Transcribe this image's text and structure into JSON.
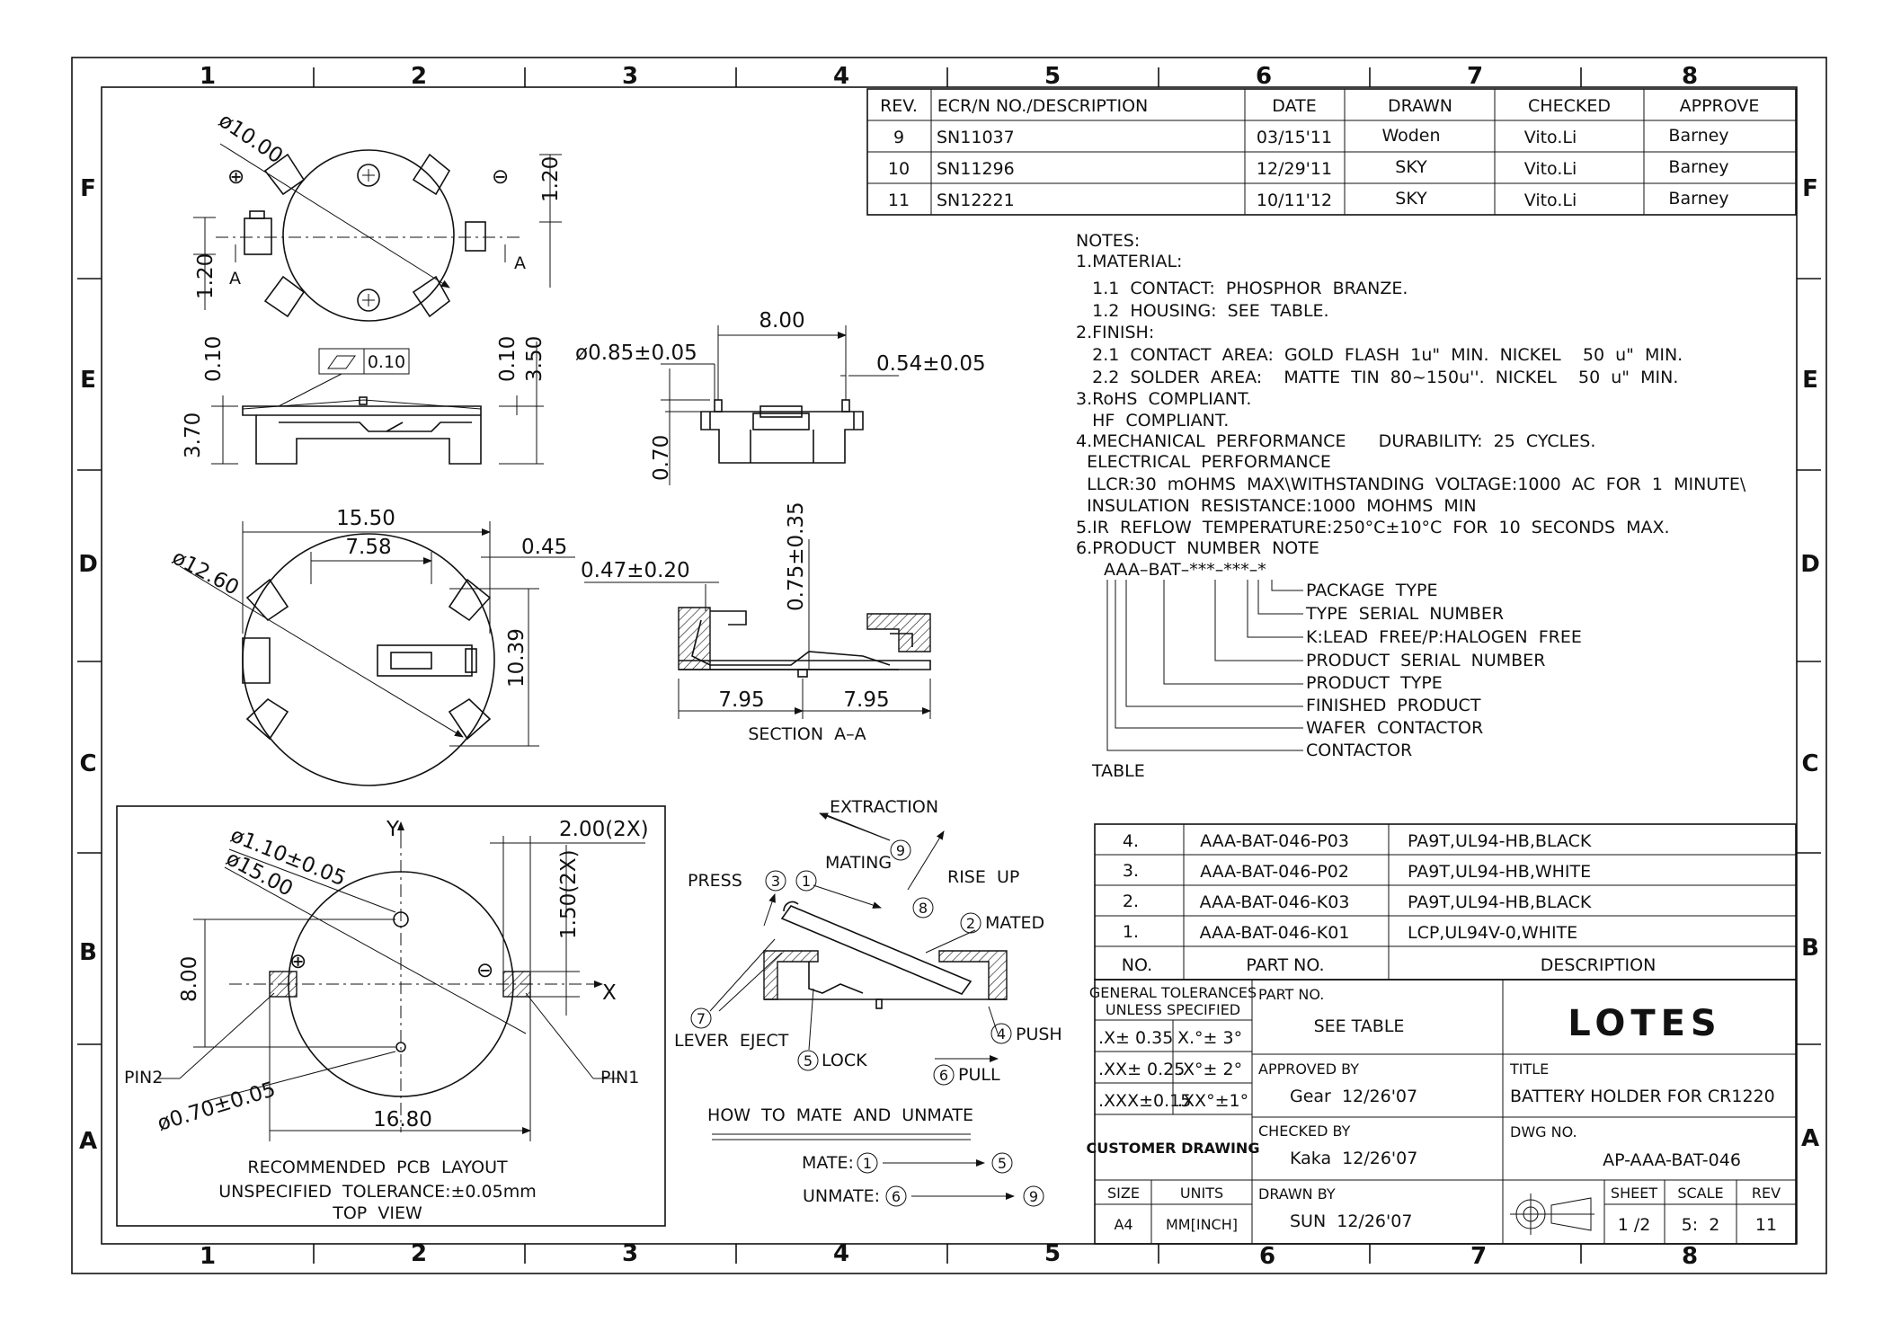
{
  "zones": {
    "cols": [
      "1",
      "2",
      "3",
      "4",
      "5",
      "6",
      "7",
      "8"
    ],
    "rows": [
      "F",
      "E",
      "D",
      "C",
      "B",
      "A"
    ]
  },
  "revision_table": {
    "headers": [
      "REV.",
      "ECR/N NO./DESCRIPTION",
      "DATE",
      "DRAWN",
      "CHECKED",
      "APPROVE"
    ],
    "rows": [
      [
        "9",
        "SN11037",
        "03/15'11",
        "Woden",
        "Vito.Li",
        "Barney"
      ],
      [
        "10",
        "SN11296",
        "12/29'11",
        "SKY",
        "Vito.Li",
        "Barney"
      ],
      [
        "11",
        "SN12221",
        "10/11'12",
        "SKY",
        "Vito.Li",
        "Barney"
      ]
    ]
  },
  "notes": {
    "lines": [
      "NOTES:",
      "1.MATERIAL:",
      "   1.1  CONTACT:  PHOSPHOR  BRANZE.",
      "   1.2  HOUSING:  SEE  TABLE.",
      "2.FINISH:",
      "   2.1  CONTACT  AREA:  GOLD  FLASH  1u\"  MIN.  NICKEL    50  u\"  MIN.",
      "   2.2  SOLDER  AREA:    MATTE  TIN  80~150u''.  NICKEL    50  u\"  MIN.",
      "3.RoHS  COMPLIANT.",
      "   HF  COMPLIANT.",
      "4.MECHANICAL  PERFORMANCE      DURABILITY:  25  CYCLES.",
      "  ELECTRICAL  PERFORMANCE",
      "  LLCR:30  mOHMS  MAX\\WITHSTANDING  VOLTAGE:1000  AC  FOR  1  MINUTE\\",
      "  INSULATION  RESISTANCE:1000  MOHMS  MIN",
      "5.IR  REFLOW  TEMPERATURE:250°C±10°C  FOR  10  SECONDS  MAX.",
      "6.PRODUCT  NUMBER  NOTE"
    ],
    "pn_code": "AAA–BAT–***–***–*",
    "pn_legend": [
      "PACKAGE  TYPE",
      "TYPE  SERIAL  NUMBER",
      "K:LEAD  FREE/P:HALOGEN  FREE",
      "PRODUCT  SERIAL  NUMBER",
      "PRODUCT  TYPE",
      "FINISHED  PRODUCT",
      "WAFER  CONTACTOR",
      "CONTACTOR"
    ],
    "table_label": "TABLE"
  },
  "parts_table": {
    "rows": [
      [
        "4.",
        "AAA-BAT-046-P03",
        "PA9T,UL94-HB,BLACK"
      ],
      [
        "3.",
        "AAA-BAT-046-P02",
        "PA9T,UL94-HB,WHITE"
      ],
      [
        "2.",
        "AAA-BAT-046-K03",
        "PA9T,UL94-HB,BLACK"
      ],
      [
        "1.",
        "AAA-BAT-046-K01",
        "LCP,UL94V-0,WHITE"
      ]
    ],
    "header": [
      "NO.",
      "PART NO.",
      "DESCRIPTION"
    ]
  },
  "title_block": {
    "general_tol_title": "GENERAL TOLERANCES",
    "general_tol_sub": "UNLESS  SPECIFIED",
    "tol_rows": [
      [
        ".X± 0.35",
        "X.°± 3°"
      ],
      [
        ".XX± 0.25",
        ".X°± 2°"
      ],
      [
        ".XXX±0.15",
        ".XX°±1°"
      ]
    ],
    "customer_drawing": "CUSTOMER DRAWING",
    "size_label": "SIZE",
    "size_value": "A4",
    "units_label": "UNITS",
    "units_value": "MM[INCH]",
    "part_no_label": "PART NO.",
    "part_no_value": "SEE TABLE",
    "approved_label": "APPROVED BY",
    "approved_value": "Gear  12/26'07",
    "checked_label": "CHECKED BY",
    "checked_value": "Kaka  12/26'07",
    "drawn_label": "DRAWN BY",
    "drawn_value": "SUN  12/26'07",
    "logo": "LOTES",
    "title_label": "TITLE",
    "title_value": "BATTERY HOLDER FOR CR1220",
    "dwg_label": "DWG NO.",
    "dwg_value": "AP-AAA-BAT-046",
    "sheet_label": "SHEET",
    "sheet_value": "1 /2",
    "scale_label": "SCALE",
    "scale_value": "5:  2",
    "rev_label": "REV",
    "rev_value": "11"
  },
  "top_view": {
    "dia": "ø10.00",
    "dim_120a": "1.20",
    "dim_120b": "1.20",
    "sec_a": "A",
    "plus": "⊕",
    "minus": "⊖"
  },
  "side_view": {
    "flat": "0.10",
    "d010a": "0.10",
    "d010b": "0.10",
    "d350": "3.50",
    "d370": "3.70"
  },
  "end_view": {
    "d800": "8.00",
    "pin_dia": "ø0.85±0.05",
    "d054": "0.54±0.05",
    "d070": "0.70"
  },
  "bottom_view": {
    "d1550": "15.50",
    "d758": "7.58",
    "d045": "0.45",
    "dia": "ø12.60",
    "d1039": "10.39"
  },
  "section": {
    "d047": "0.47±0.20",
    "d075": "0.75±0.35",
    "d795a": "7.95",
    "d795b": "7.95",
    "label": "SECTION  A–A"
  },
  "pcb": {
    "y": "Y",
    "x": "X",
    "d200": "2.00(2X)",
    "d110": "ø1.10±0.05",
    "d1500": "ø15.00",
    "d150": "1.50(2X)",
    "d800": "8.00",
    "pin2": "PIN2",
    "pin1": "PIN1",
    "d070": "ø0.70±0.05",
    "d1680": "16.80",
    "cap1": "RECOMMENDED  PCB  LAYOUT",
    "cap2": "UNSPECIFIED  TOLERANCE:±0.05mm",
    "cap3": "TOP  VIEW"
  },
  "mating": {
    "extraction": "EXTRACTION",
    "n9": "9",
    "mating": "MATING",
    "press": "PRESS",
    "n3": "3",
    "n1": "1",
    "rise": "RISE  UP",
    "n8": "8",
    "n2": "2",
    "mated": "MATED",
    "n7": "7",
    "lever": "LEVER  EJECT",
    "n5": "5",
    "lock": "LOCK",
    "n4": "4",
    "push": "PUSH",
    "n6": "6",
    "pull": "PULL",
    "howto": "HOW  TO  MATE  AND  UNMATE",
    "mate": "MATE:",
    "unmate": "UNMATE:",
    "m1": "1",
    "m5": "5",
    "u6": "6",
    "u9": "9"
  }
}
